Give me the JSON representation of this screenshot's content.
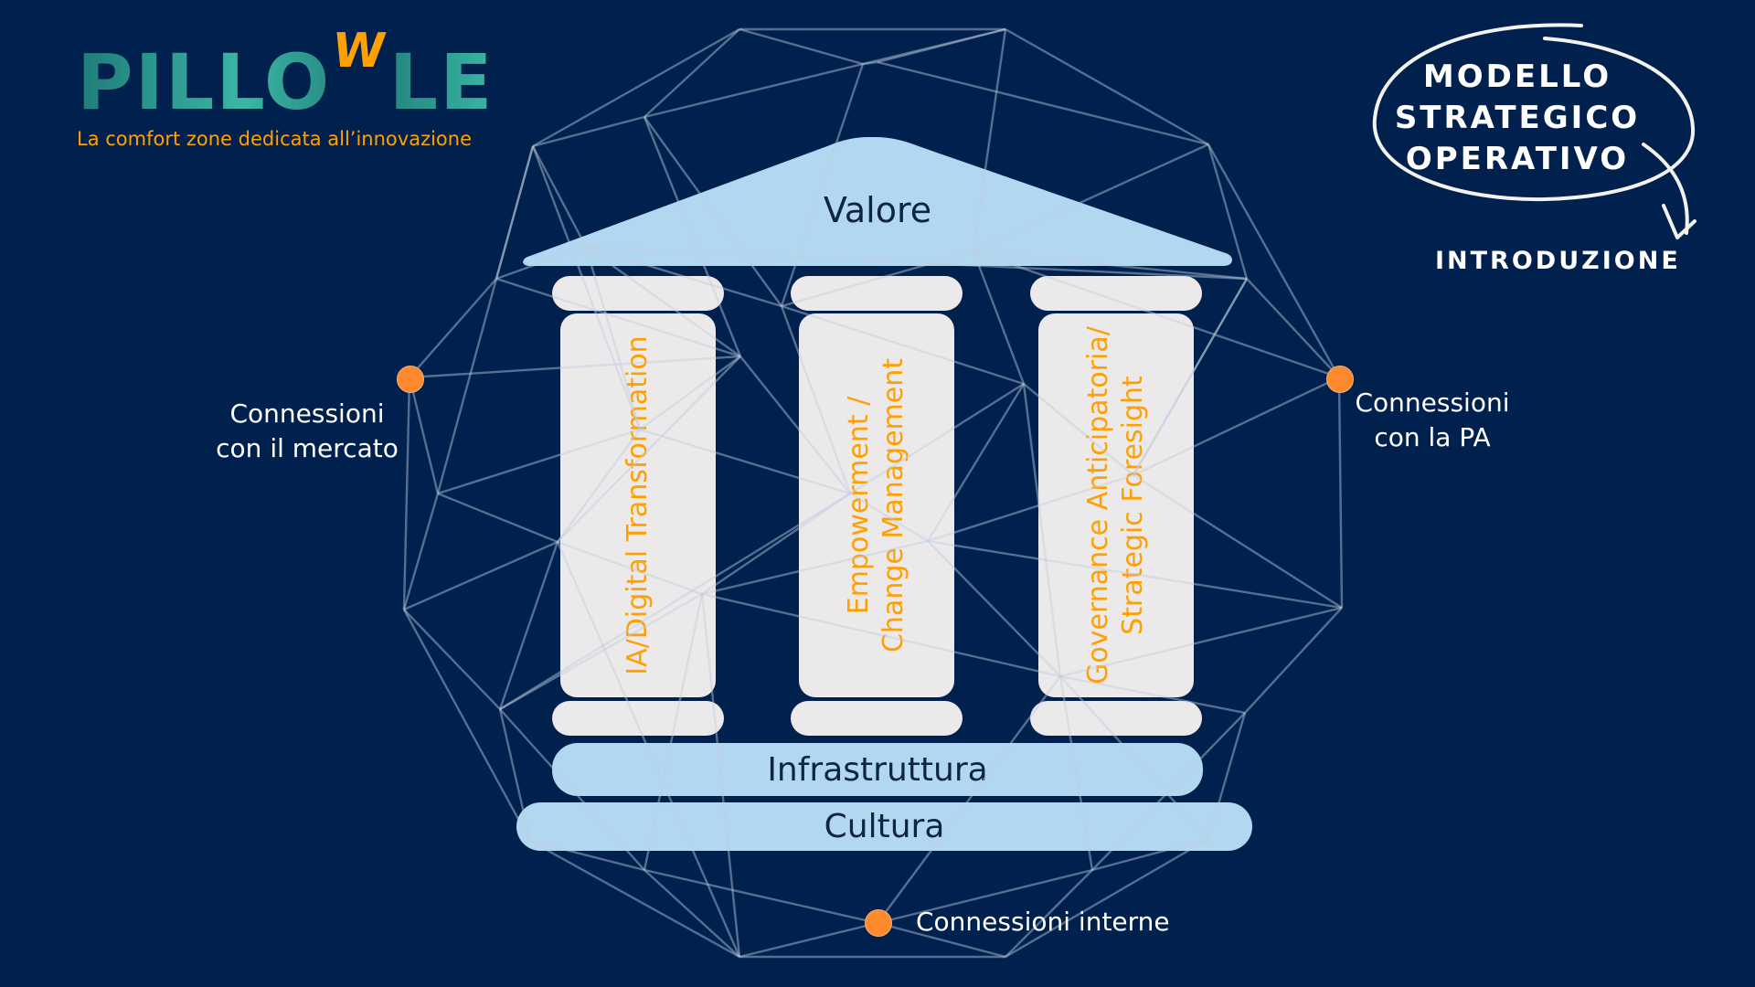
{
  "logo": {
    "wordmark_left": "PILLO",
    "wordmark_w": "W",
    "wordmark_right": "LE",
    "tagline": "La comfort zone dedicata all’innovazione"
  },
  "badge": {
    "title_lines": [
      "MODELLO",
      "STRATEGICO",
      "OPERATIVO"
    ],
    "title": "MODELLO\nSTRATEGICO\nOPERATIVO",
    "subtitle": "INTRODUZIONE"
  },
  "temple": {
    "roof": "Valore",
    "pillars": [
      {
        "label": "IA/Digital Transformation"
      },
      {
        "label": "Empowerment /\nChange Management"
      },
      {
        "label": "Governance Anticipatoria/\nStrategic Foresight"
      }
    ],
    "infrastructure": "Infrastruttura",
    "culture": "Cultura"
  },
  "connections": {
    "market": "Connessioni\ncon il mercato",
    "pa": "Connessioni\ncon la PA",
    "internal": "Connessioni interne"
  },
  "colors": {
    "background": "#00214d",
    "roof_and_bases": "#b2d8f1",
    "pillar": "#ece9ea",
    "pillar_text": "#ffa000",
    "node": "#ff8a2e",
    "brand_orange": "#ffa000",
    "brand_teal": "#2fa59a"
  }
}
